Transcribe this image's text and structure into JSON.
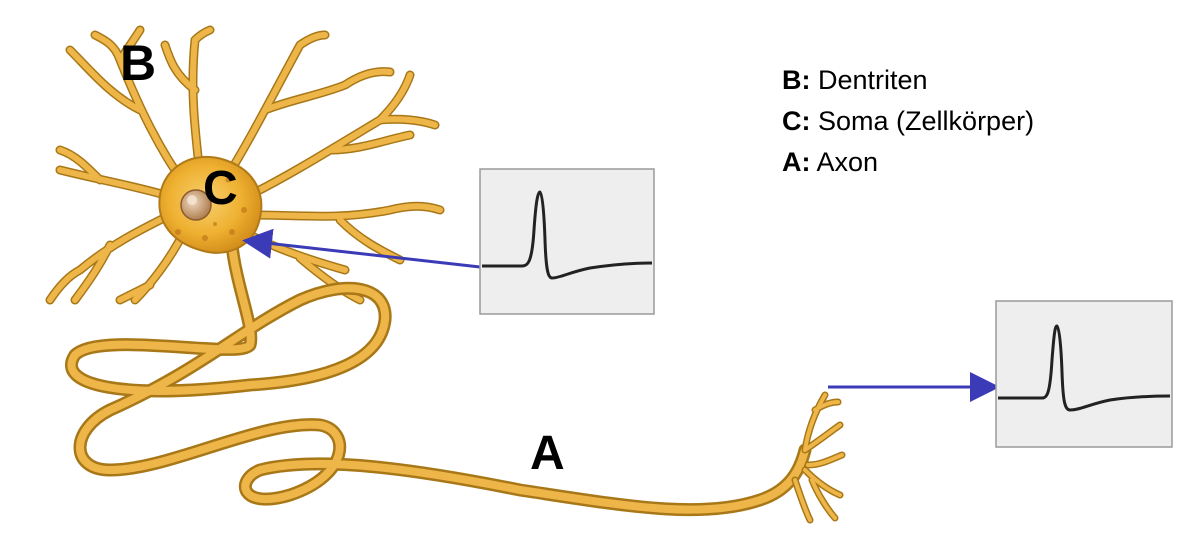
{
  "diagram": {
    "labels": {
      "dendrites_marker": "B",
      "soma_marker": "C",
      "axon_marker": "A"
    },
    "legend": [
      {
        "key": "B:",
        "text": "Dentriten"
      },
      {
        "key": "C:",
        "text": "Soma (Zellkörper)"
      },
      {
        "key": "A:",
        "text": "Axon"
      }
    ],
    "colors": {
      "neuron_fill": "#e8b04a",
      "neuron_outline": "#a87818",
      "soma_fill": "#f0b838",
      "arrow": "#3b3bb8",
      "trace_panel_bg": "#eeeeee",
      "trace_panel_border": "#9a9a9a",
      "trace_line": "#222222"
    },
    "icons": [
      "neuron-illustration",
      "action-potential-trace",
      "arrow"
    ]
  }
}
